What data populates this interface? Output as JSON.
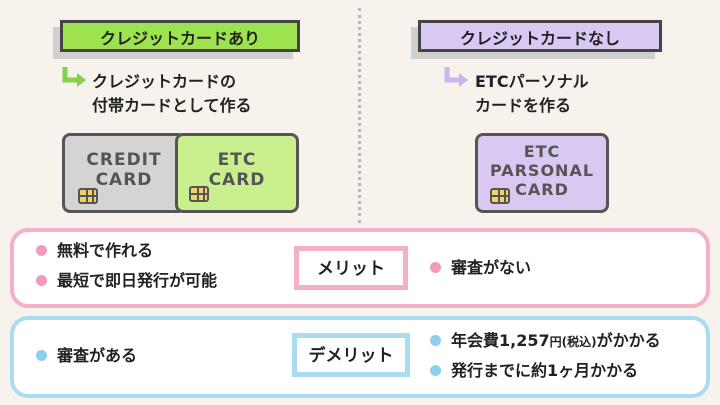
{
  "left": {
    "label": "クレジットカードあり",
    "desc": "クレジットカードの\n付帯カードとして作る",
    "card1": "CREDIT\nCARD",
    "card2": "ETC\nCARD"
  },
  "right": {
    "label": "クレジットカードなし",
    "desc": "ETCパーソナル\nカードを作る",
    "card": "ETC\nPARSONAL\nCARD"
  },
  "merit": {
    "label": "メリット",
    "left_items": [
      "無料で作れる",
      "最短で即日発行が可能"
    ],
    "right_items": [
      "審査がない"
    ]
  },
  "demerit": {
    "label": "デメリット",
    "left_items": [
      "審査がある"
    ],
    "right_item1_a": "年会費1,257",
    "right_item1_b": "円(税込)",
    "right_item1_c": "がかかる",
    "right_item2": "発行までに約1ヶ月かかる"
  },
  "colors": {
    "green": "#9de24f",
    "purple": "#d8c8f2",
    "pink": "#f4b1c6",
    "blue": "#a9dcf2"
  },
  "icons": [
    "arrow-right-icon",
    "card-chip-icon",
    "bullet-dot-icon"
  ]
}
